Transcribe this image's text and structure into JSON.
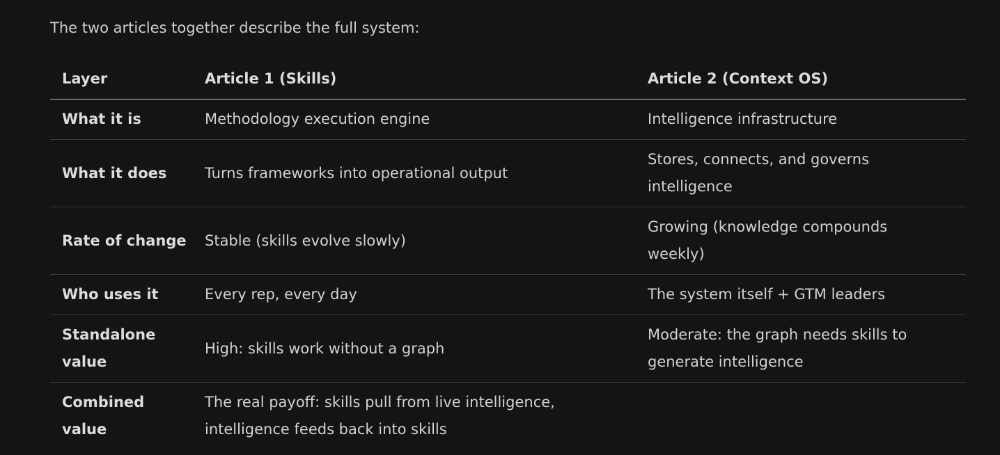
{
  "intro": "The two articles together describe the full system:",
  "table": {
    "headers": [
      "Layer",
      "Article 1 (Skills)",
      "Article 2 (Context OS)"
    ],
    "rows": [
      [
        "What it is",
        "Methodology execution engine",
        "Intelligence infrastructure"
      ],
      [
        "What it does",
        "Turns frameworks into operational output",
        "Stores, connects, and governs intelligence"
      ],
      [
        "Rate of change",
        "Stable (skills evolve slowly)",
        "Growing (knowledge compounds weekly)"
      ],
      [
        "Who uses it",
        "Every rep, every day",
        "The system itself + GTM leaders"
      ],
      [
        "Standalone value",
        "High: skills work without a graph",
        "Moderate: the graph needs skills to generate intelligence"
      ],
      [
        "Combined value",
        "The real payoff: skills pull from live intelligence, intelligence feeds back into skills",
        ""
      ]
    ]
  }
}
